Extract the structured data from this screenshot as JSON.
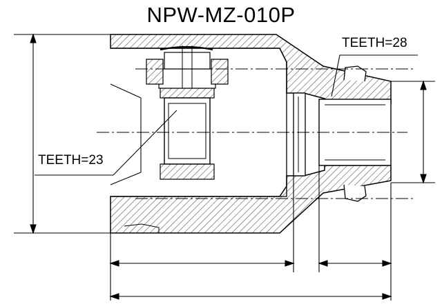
{
  "title": "NPW-MZ-010P",
  "labels": {
    "outer_spline": "TEETH=28",
    "inner_spline": "TEETH=23"
  }
}
